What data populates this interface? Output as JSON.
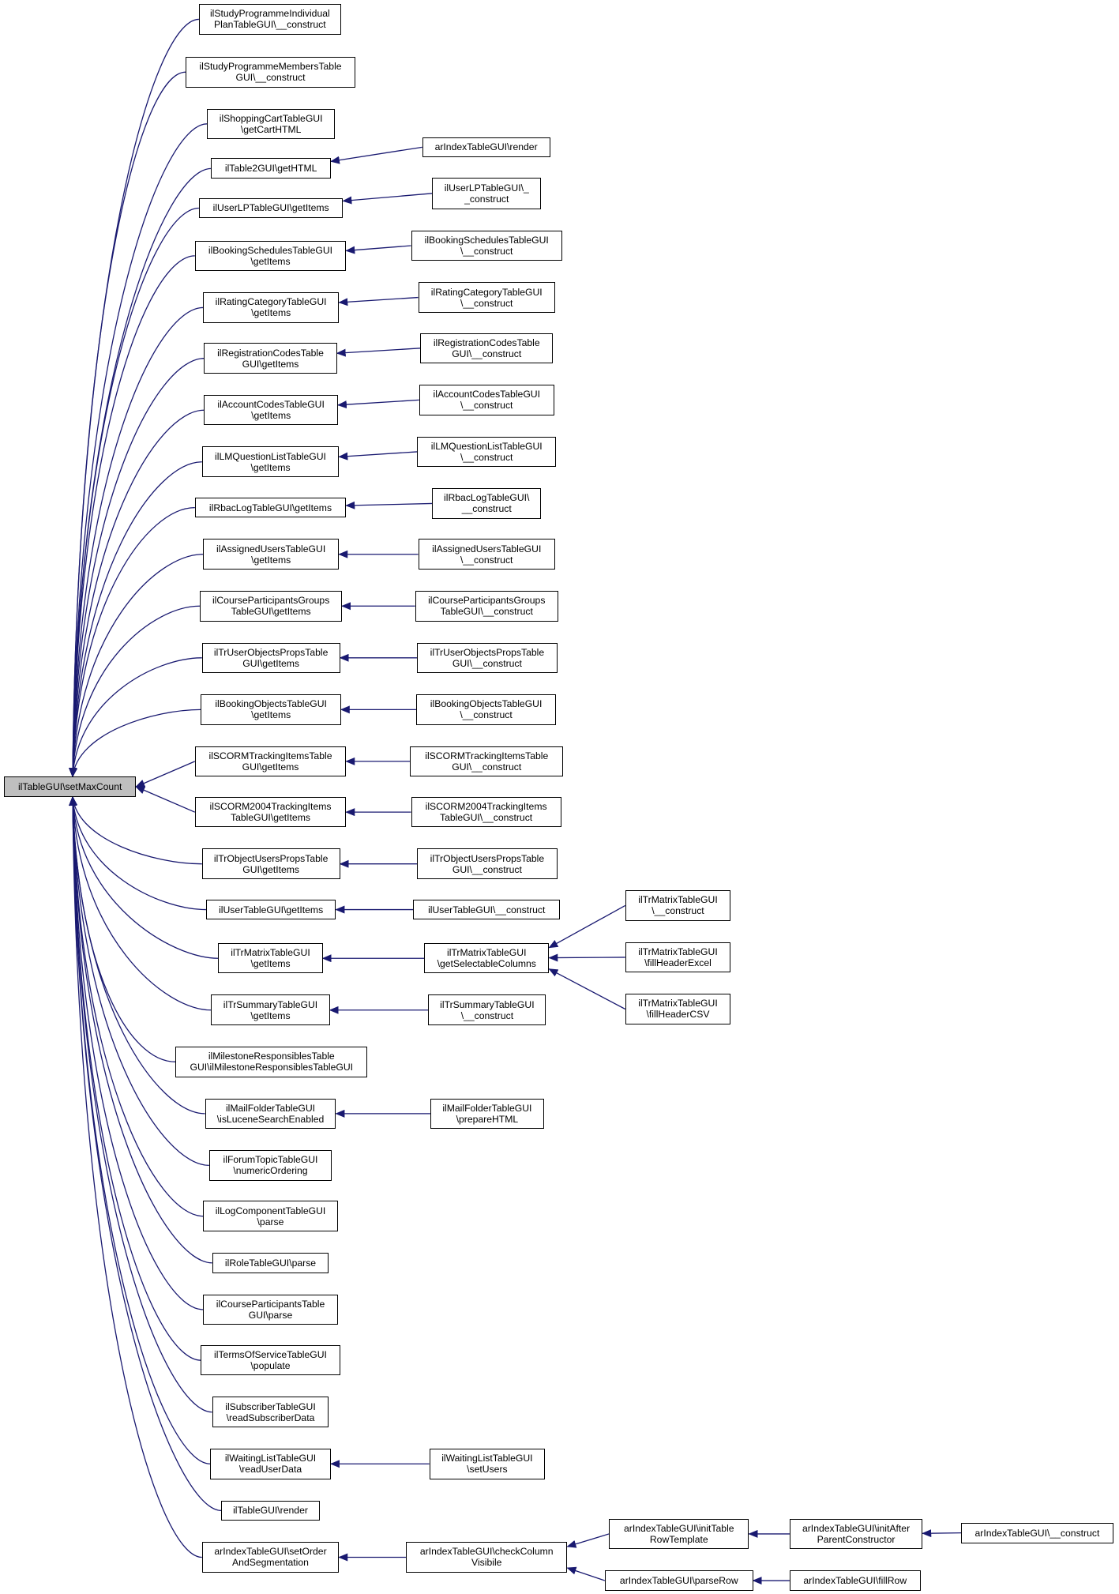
{
  "diagram": {
    "root": {
      "id": "root",
      "lines": [
        "ilTableGUI\\setMaxCount"
      ]
    },
    "edge_color": "#191970",
    "root_fill": "#bfbfbf",
    "nodes": [
      {
        "id": "n1",
        "lines": [
          "ilStudyProgrammeIndividual",
          "PlanTableGUI\\__construct"
        ]
      },
      {
        "id": "n2",
        "lines": [
          "ilStudyProgrammeMembersTable",
          "GUI\\__construct"
        ]
      },
      {
        "id": "n3",
        "lines": [
          "ilShoppingCartTableGUI",
          "\\getCartHTML"
        ]
      },
      {
        "id": "n4",
        "lines": [
          "ilTable2GUI\\getHTML"
        ]
      },
      {
        "id": "n4a",
        "lines": [
          "arIndexTableGUI\\render"
        ]
      },
      {
        "id": "n5",
        "lines": [
          "ilUserLPTableGUI\\getItems"
        ]
      },
      {
        "id": "n5a",
        "lines": [
          "ilUserLPTableGUI\\_",
          "_construct"
        ]
      },
      {
        "id": "n6",
        "lines": [
          "ilBookingSchedulesTableGUI",
          "\\getItems"
        ]
      },
      {
        "id": "n6a",
        "lines": [
          "ilBookingSchedulesTableGUI",
          "\\__construct"
        ]
      },
      {
        "id": "n7",
        "lines": [
          "ilRatingCategoryTableGUI",
          "\\getItems"
        ]
      },
      {
        "id": "n7a",
        "lines": [
          "ilRatingCategoryTableGUI",
          "\\__construct"
        ]
      },
      {
        "id": "n8",
        "lines": [
          "ilRegistrationCodesTable",
          "GUI\\getItems"
        ]
      },
      {
        "id": "n8a",
        "lines": [
          "ilRegistrationCodesTable",
          "GUI\\__construct"
        ]
      },
      {
        "id": "n9",
        "lines": [
          "ilAccountCodesTableGUI",
          "\\getItems"
        ]
      },
      {
        "id": "n9a",
        "lines": [
          "ilAccountCodesTableGUI",
          "\\__construct"
        ]
      },
      {
        "id": "n10",
        "lines": [
          "ilLMQuestionListTableGUI",
          "\\getItems"
        ]
      },
      {
        "id": "n10a",
        "lines": [
          "ilLMQuestionListTableGUI",
          "\\__construct"
        ]
      },
      {
        "id": "n11",
        "lines": [
          "ilRbacLogTableGUI\\getItems"
        ]
      },
      {
        "id": "n11a",
        "lines": [
          "ilRbacLogTableGUI\\",
          "__construct"
        ]
      },
      {
        "id": "n12",
        "lines": [
          "ilAssignedUsersTableGUI",
          "\\getItems"
        ]
      },
      {
        "id": "n12a",
        "lines": [
          "ilAssignedUsersTableGUI",
          "\\__construct"
        ]
      },
      {
        "id": "n13",
        "lines": [
          "ilCourseParticipantsGroups",
          "TableGUI\\getItems"
        ]
      },
      {
        "id": "n13a",
        "lines": [
          "ilCourseParticipantsGroups",
          "TableGUI\\__construct"
        ]
      },
      {
        "id": "n14",
        "lines": [
          "ilTrUserObjectsPropsTable",
          "GUI\\getItems"
        ]
      },
      {
        "id": "n14a",
        "lines": [
          "ilTrUserObjectsPropsTable",
          "GUI\\__construct"
        ]
      },
      {
        "id": "n15",
        "lines": [
          "ilBookingObjectsTableGUI",
          "\\getItems"
        ]
      },
      {
        "id": "n15a",
        "lines": [
          "ilBookingObjectsTableGUI",
          "\\__construct"
        ]
      },
      {
        "id": "n16",
        "lines": [
          "ilSCORMTrackingItemsTable",
          "GUI\\getItems"
        ]
      },
      {
        "id": "n16a",
        "lines": [
          "ilSCORMTrackingItemsTable",
          "GUI\\__construct"
        ]
      },
      {
        "id": "n17",
        "lines": [
          "ilSCORM2004TrackingItems",
          "TableGUI\\getItems"
        ]
      },
      {
        "id": "n17a",
        "lines": [
          "ilSCORM2004TrackingItems",
          "TableGUI\\__construct"
        ]
      },
      {
        "id": "n18",
        "lines": [
          "ilTrObjectUsersPropsTable",
          "GUI\\getItems"
        ]
      },
      {
        "id": "n18a",
        "lines": [
          "ilTrObjectUsersPropsTable",
          "GUI\\__construct"
        ]
      },
      {
        "id": "n19",
        "lines": [
          "ilUserTableGUI\\getItems"
        ]
      },
      {
        "id": "n19a",
        "lines": [
          "ilUserTableGUI\\__construct"
        ]
      },
      {
        "id": "n20",
        "lines": [
          "ilTrMatrixTableGUI",
          "\\getItems"
        ]
      },
      {
        "id": "n20a",
        "lines": [
          "ilTrMatrixTableGUI",
          "\\getSelectableColumns"
        ]
      },
      {
        "id": "n20b",
        "lines": [
          "ilTrMatrixTableGUI",
          "\\__construct"
        ]
      },
      {
        "id": "n20c",
        "lines": [
          "ilTrMatrixTableGUI",
          "\\fillHeaderExcel"
        ]
      },
      {
        "id": "n20d",
        "lines": [
          "ilTrMatrixTableGUI",
          "\\fillHeaderCSV"
        ]
      },
      {
        "id": "n21",
        "lines": [
          "ilTrSummaryTableGUI",
          "\\getItems"
        ]
      },
      {
        "id": "n21a",
        "lines": [
          "ilTrSummaryTableGUI",
          "\\__construct"
        ]
      },
      {
        "id": "n22",
        "lines": [
          "ilMilestoneResponsiblesTable",
          "GUI\\ilMilestoneResponsiblesTableGUI"
        ]
      },
      {
        "id": "n23",
        "lines": [
          "ilMailFolderTableGUI",
          "\\isLuceneSearchEnabled"
        ]
      },
      {
        "id": "n23a",
        "lines": [
          "ilMailFolderTableGUI",
          "\\prepareHTML"
        ]
      },
      {
        "id": "n24",
        "lines": [
          "ilForumTopicTableGUI",
          "\\numericOrdering"
        ]
      },
      {
        "id": "n25",
        "lines": [
          "ilLogComponentTableGUI",
          "\\parse"
        ]
      },
      {
        "id": "n26",
        "lines": [
          "ilRoleTableGUI\\parse"
        ]
      },
      {
        "id": "n27",
        "lines": [
          "ilCourseParticipantsTable",
          "GUI\\parse"
        ]
      },
      {
        "id": "n28",
        "lines": [
          "ilTermsOfServiceTableGUI",
          "\\populate"
        ]
      },
      {
        "id": "n29",
        "lines": [
          "ilSubscriberTableGUI",
          "\\readSubscriberData"
        ]
      },
      {
        "id": "n30",
        "lines": [
          "ilWaitingListTableGUI",
          "\\readUserData"
        ]
      },
      {
        "id": "n30a",
        "lines": [
          "ilWaitingListTableGUI",
          "\\setUsers"
        ]
      },
      {
        "id": "n31",
        "lines": [
          "ilTableGUI\\render"
        ]
      },
      {
        "id": "n32",
        "lines": [
          "arIndexTableGUI\\setOrder",
          "AndSegmentation"
        ]
      },
      {
        "id": "n32a",
        "lines": [
          "arIndexTableGUI\\checkColumn",
          "Visibile"
        ]
      },
      {
        "id": "n32b",
        "lines": [
          "arIndexTableGUI\\initTable",
          "RowTemplate"
        ]
      },
      {
        "id": "n32c",
        "lines": [
          "arIndexTableGUI\\initAfter",
          "ParentConstructor"
        ]
      },
      {
        "id": "n32d",
        "lines": [
          "arIndexTableGUI\\__construct"
        ]
      },
      {
        "id": "n32e",
        "lines": [
          "arIndexTableGUI\\parseRow"
        ]
      },
      {
        "id": "n32f",
        "lines": [
          "arIndexTableGUI\\fillRow"
        ]
      }
    ],
    "edges": [
      [
        "n1",
        "root"
      ],
      [
        "n2",
        "root"
      ],
      [
        "n3",
        "root"
      ],
      [
        "n4",
        "root"
      ],
      [
        "n5",
        "root"
      ],
      [
        "n6",
        "root"
      ],
      [
        "n7",
        "root"
      ],
      [
        "n8",
        "root"
      ],
      [
        "n9",
        "root"
      ],
      [
        "n10",
        "root"
      ],
      [
        "n11",
        "root"
      ],
      [
        "n12",
        "root"
      ],
      [
        "n13",
        "root"
      ],
      [
        "n14",
        "root"
      ],
      [
        "n15",
        "root"
      ],
      [
        "n16",
        "root"
      ],
      [
        "n17",
        "root"
      ],
      [
        "n18",
        "root"
      ],
      [
        "n19",
        "root"
      ],
      [
        "n20",
        "root"
      ],
      [
        "n21",
        "root"
      ],
      [
        "n22",
        "root"
      ],
      [
        "n23",
        "root"
      ],
      [
        "n24",
        "root"
      ],
      [
        "n25",
        "root"
      ],
      [
        "n26",
        "root"
      ],
      [
        "n27",
        "root"
      ],
      [
        "n28",
        "root"
      ],
      [
        "n29",
        "root"
      ],
      [
        "n30",
        "root"
      ],
      [
        "n31",
        "root"
      ],
      [
        "n32",
        "root"
      ],
      [
        "n4a",
        "n4"
      ],
      [
        "n5a",
        "n5"
      ],
      [
        "n6a",
        "n6"
      ],
      [
        "n7a",
        "n7"
      ],
      [
        "n8a",
        "n8"
      ],
      [
        "n9a",
        "n9"
      ],
      [
        "n10a",
        "n10"
      ],
      [
        "n11a",
        "n11"
      ],
      [
        "n12a",
        "n12"
      ],
      [
        "n13a",
        "n13"
      ],
      [
        "n14a",
        "n14"
      ],
      [
        "n15a",
        "n15"
      ],
      [
        "n16a",
        "n16"
      ],
      [
        "n17a",
        "n17"
      ],
      [
        "n18a",
        "n18"
      ],
      [
        "n19a",
        "n19"
      ],
      [
        "n20a",
        "n20"
      ],
      [
        "n20b",
        "n20a"
      ],
      [
        "n20c",
        "n20a"
      ],
      [
        "n20d",
        "n20a"
      ],
      [
        "n21a",
        "n21"
      ],
      [
        "n23a",
        "n23"
      ],
      [
        "n30a",
        "n30"
      ],
      [
        "n32a",
        "n32"
      ],
      [
        "n32b",
        "n32a"
      ],
      [
        "n32e",
        "n32a"
      ],
      [
        "n32c",
        "n32b"
      ],
      [
        "n32d",
        "n32c"
      ],
      [
        "n32f",
        "n32e"
      ]
    ]
  }
}
